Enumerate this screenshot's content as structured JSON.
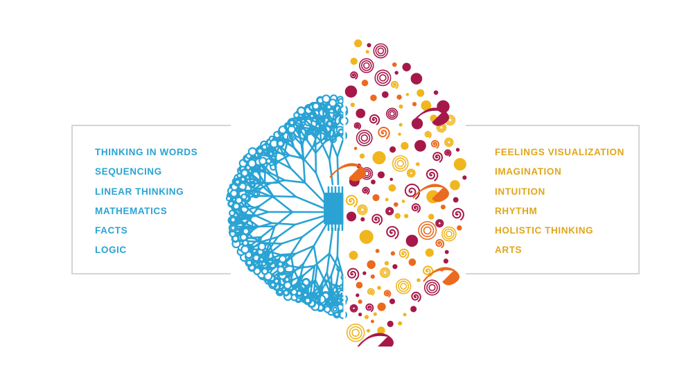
{
  "colors": {
    "logic": "#2aa3d4",
    "creative_text": "#e0a61c",
    "crimson": "#a6184a",
    "orange": "#ea6a1e",
    "yellow": "#f0b61e",
    "border": "#d4d4d4"
  },
  "left_hemisphere": {
    "icon": "circuit-brain-half",
    "items": [
      {
        "label": "THINKING IN WORDS"
      },
      {
        "label": "SEQUENCING"
      },
      {
        "label": "LINEAR THINKING"
      },
      {
        "label": "MATHEMATICS"
      },
      {
        "label": "FACTS"
      },
      {
        "label": "LOGIC"
      }
    ]
  },
  "right_hemisphere": {
    "icon": "swirl-brain-half",
    "items": [
      {
        "label": "FEELINGS VISUALIZATION"
      },
      {
        "label": "IMAGINATION"
      },
      {
        "label": "INTUITION"
      },
      {
        "label": "RHYTHM"
      },
      {
        "label": "HOLISTIC THINKING"
      },
      {
        "label": "ARTS"
      }
    ]
  }
}
